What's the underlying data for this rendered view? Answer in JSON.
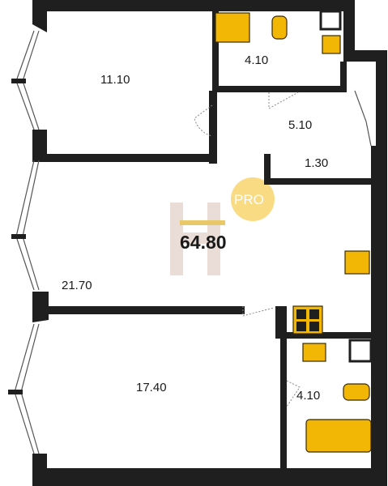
{
  "plan": {
    "total_area": "64.80",
    "badge": "PRO",
    "rooms": [
      {
        "label": "11.10"
      },
      {
        "label": "4.10"
      },
      {
        "label": "5.10"
      },
      {
        "label": "1.30"
      },
      {
        "label": "21.70"
      },
      {
        "label": "17.40"
      },
      {
        "label": "4.10"
      }
    ]
  },
  "colors": {
    "wall": "#1f1f1f",
    "fixture": "#f2b705",
    "watermark_circle": "#f7d774",
    "watermark_bar": "#e9c86a",
    "watermark_h": "#e8dbd6"
  }
}
